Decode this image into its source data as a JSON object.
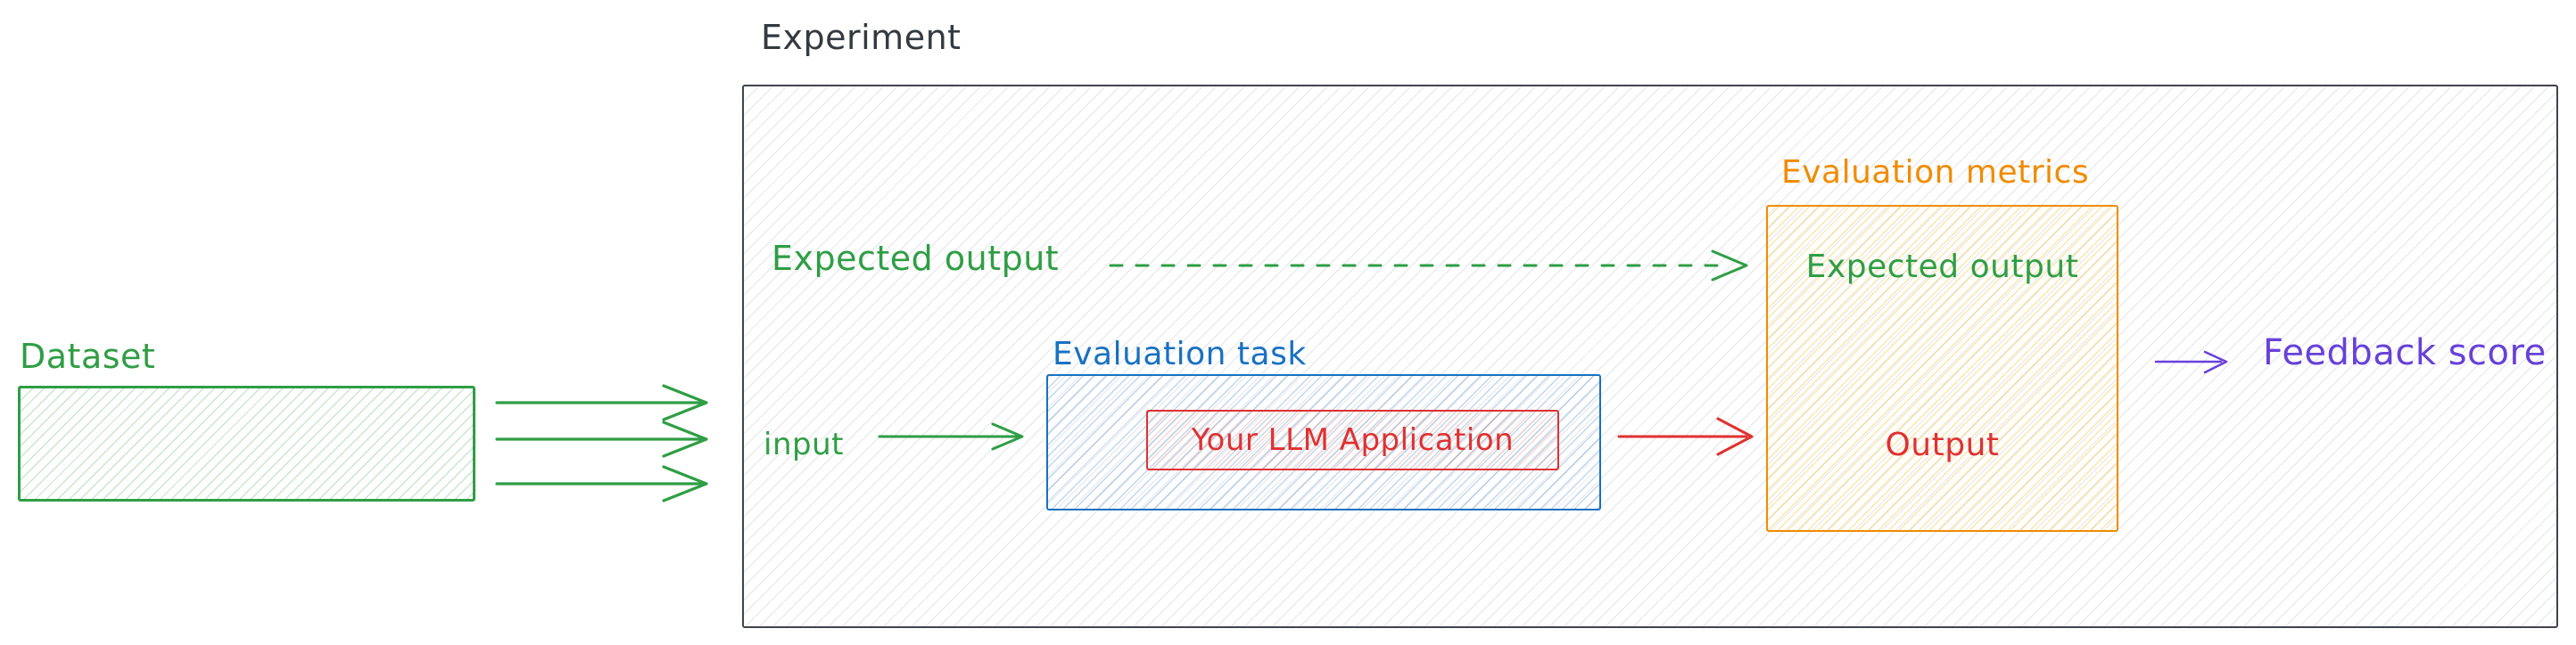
{
  "colors": {
    "green": "#2f9e44",
    "blue": "#1971c2",
    "red": "#e03131",
    "orange": "#f08c00",
    "purple": "#6741d9",
    "ink": "#343a40"
  },
  "experiment": {
    "title": "Experiment"
  },
  "dataset": {
    "label": "Dataset"
  },
  "flow": {
    "input_label": "input",
    "expected_output_label": "Expected output"
  },
  "evaluation_task": {
    "label": "Evaluation task",
    "llm_app_label": "Your LLM Application"
  },
  "evaluation_metrics": {
    "label": "Evaluation metrics",
    "expected_output": "Expected output",
    "output": "Output"
  },
  "feedback": {
    "label": "Feedback score"
  }
}
